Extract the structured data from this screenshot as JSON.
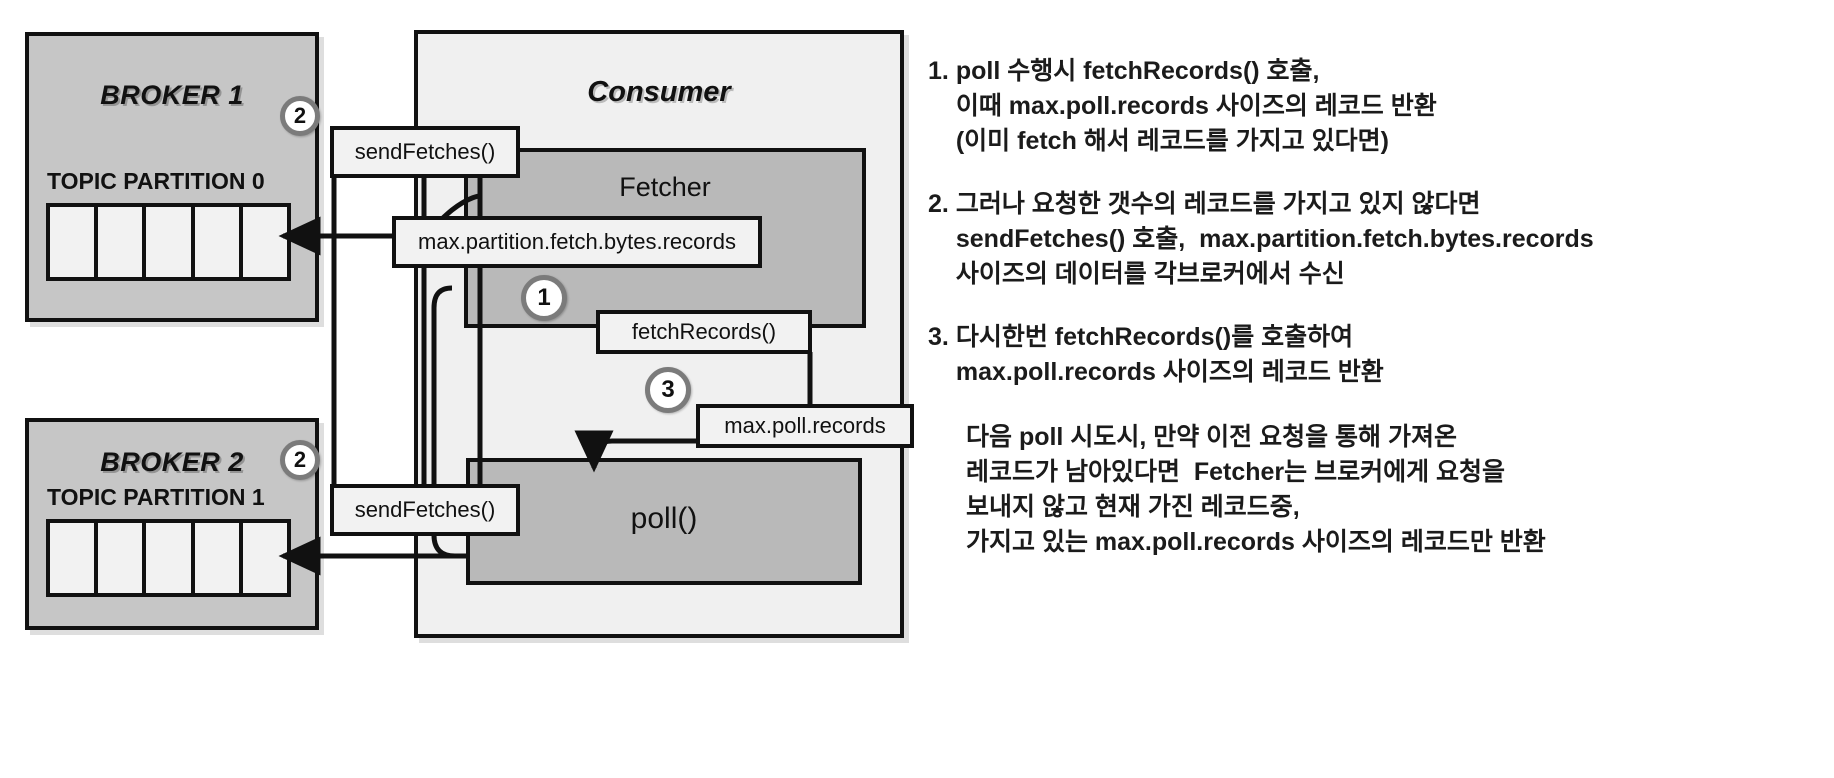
{
  "diagram": {
    "brokers": [
      {
        "title": "BROKER 1",
        "partition_label": "TOPIC PARTITION 0",
        "cells": 5,
        "badge": "2"
      },
      {
        "title": "BROKER 2",
        "partition_label": "TOPIC PARTITION 1",
        "cells": 5,
        "badge": "2"
      }
    ],
    "consumer": {
      "title": "Consumer",
      "fetcher_title": "Fetcher",
      "poll_title": "poll()"
    },
    "callouts": {
      "send_fetches_top": "sendFetches()",
      "send_fetches_bottom": "sendFetches()",
      "max_partition_fetch_bytes": "max.partition.fetch.bytes.records",
      "fetch_records": "fetchRecords()",
      "max_poll_records": "max.poll.records"
    },
    "badges": {
      "one": "1",
      "three": "3"
    }
  },
  "notes": {
    "items": [
      {
        "num": "1.",
        "lines": [
          "poll 수행시 fetchRecords() 호출,",
          "이때 max.poll.records 사이즈의 레코드 반환",
          "(이미 fetch 해서 레코드를 가지고 있다면)"
        ]
      },
      {
        "num": "2.",
        "lines": [
          "그러나 요청한 갯수의 레코드를 가지고 있지 않다면",
          "sendFetches() 호출,  max.partition.fetch.bytes.records",
          "사이즈의 데이터를 각브로커에서 수신"
        ]
      },
      {
        "num": "3.",
        "lines": [
          "다시한번 fetchRecords()를 호출하여",
          "max.poll.records 사이즈의 레코드 반환"
        ]
      }
    ],
    "paragraph": [
      "다음 poll 시도시, 만약 이전 요청을 통해 가져온",
      "레코드가 남아있다면  Fetcher는 브로커에게 요청을",
      "보내지 않고 현재 가진 레코드중,",
      "가지고 있는 max.poll.records 사이즈의 레코드만 반환"
    ]
  },
  "colors": {
    "stroke": "#111111",
    "broker_fill": "#c6c6c6",
    "consumer_fill": "#f0f0f0",
    "inner_fill": "#b9b9b9",
    "callout_fill": "#f2f2f2",
    "badge_ring": "#7b7b7b"
  }
}
